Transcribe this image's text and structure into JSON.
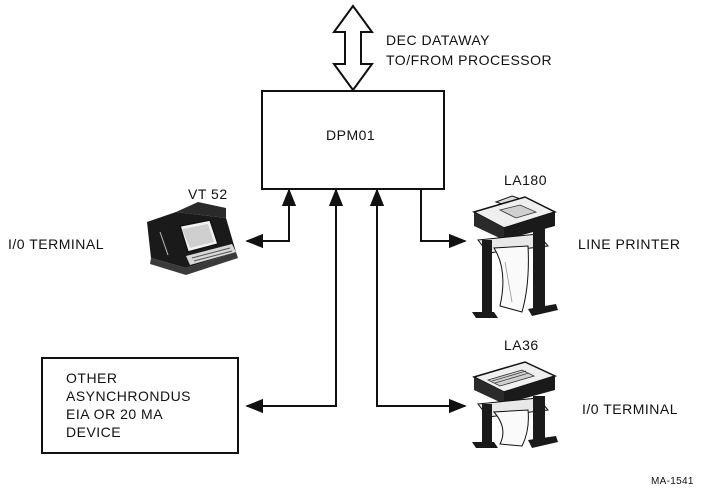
{
  "dataway": {
    "line1": "DEC DATAWAY",
    "line2": "TO/FROM PROCESSOR"
  },
  "controller": {
    "label": "DPM01"
  },
  "vt52": {
    "model": "VT 52",
    "role": "I/0 TERMINAL"
  },
  "la180": {
    "model": "LA180",
    "role": "LINE PRINTER"
  },
  "la36": {
    "model": "LA36",
    "role": "I/0 TERMINAL"
  },
  "other_device": {
    "line1": "OTHER",
    "line2": "ASYNCHRONDUS",
    "line3": "EIA OR 20 MA",
    "line4": "DEVICE"
  },
  "figure_id": "MA-1541",
  "colors": {
    "ink": "#111111",
    "paper": "#ffffff"
  }
}
